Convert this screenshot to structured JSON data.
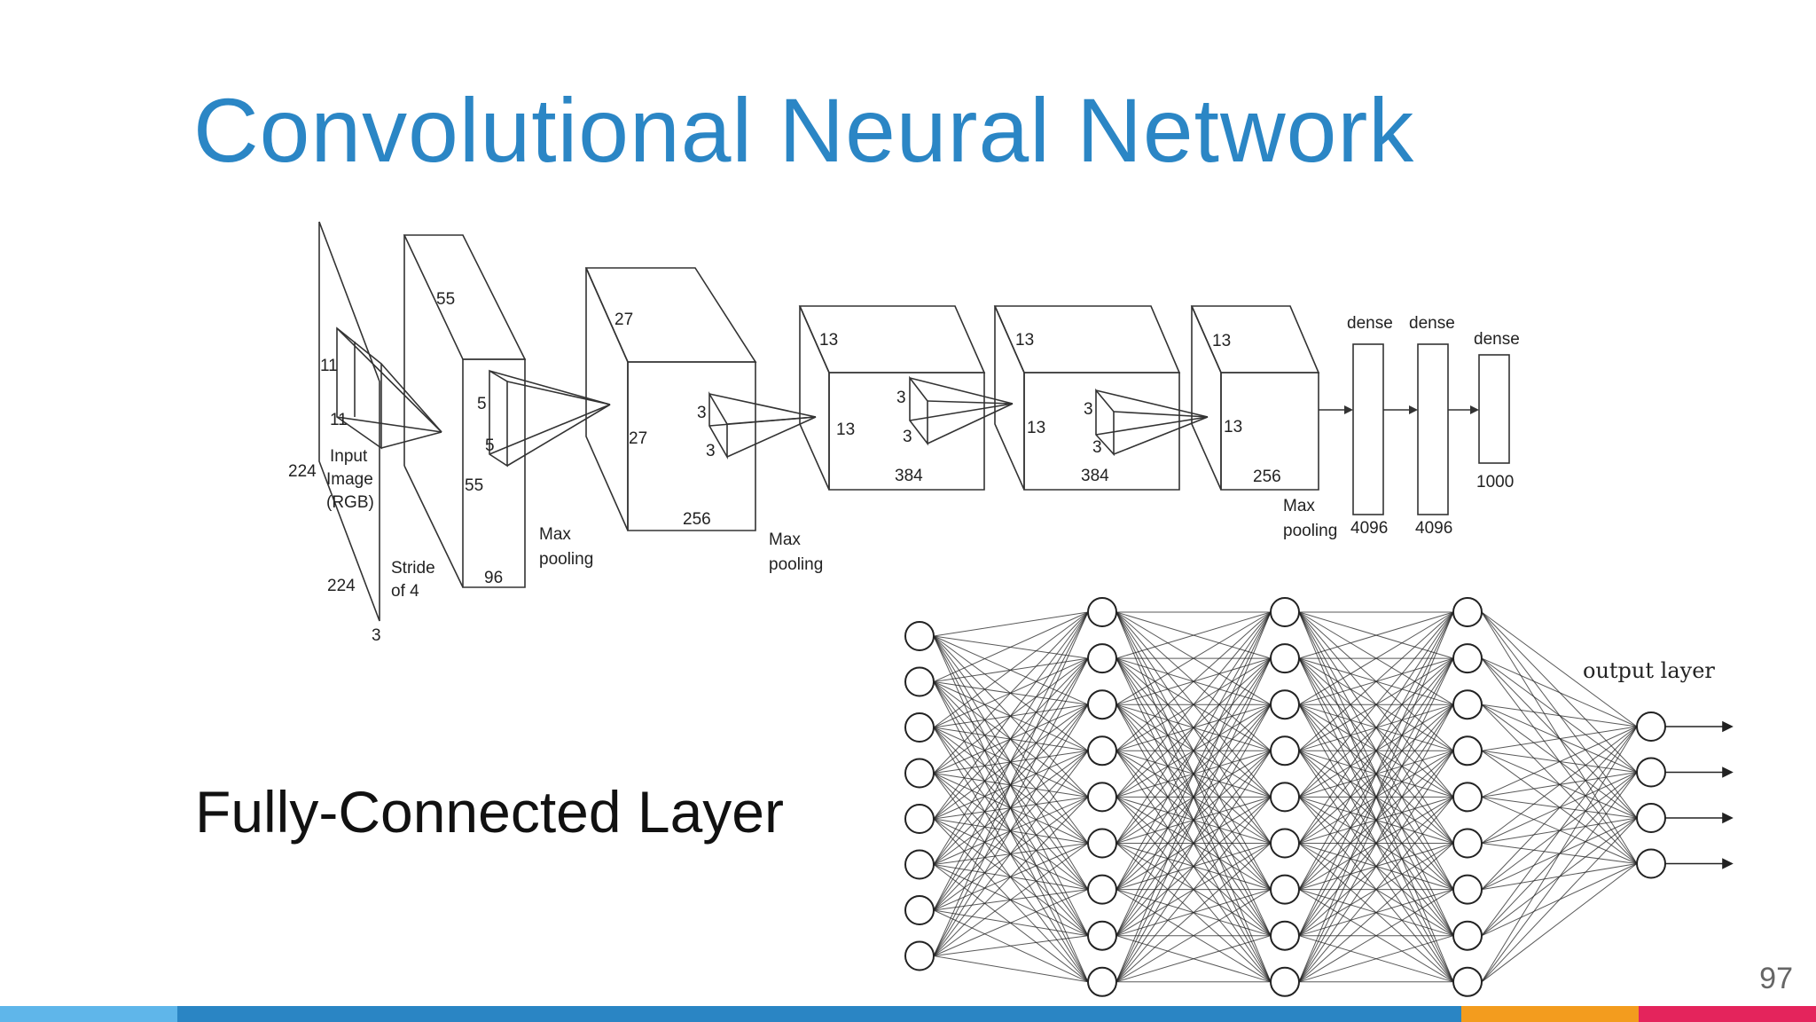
{
  "slide": {
    "title": "Convolutional Neural Network",
    "subtitle": "Fully-Connected Layer",
    "page_number": "97"
  },
  "colors": {
    "title": "#2b86c5",
    "bar": [
      "#5fb6ea",
      "#2a85c4",
      "#f39c1e",
      "#e4245c"
    ]
  },
  "cnn_labels": {
    "l224a": "224",
    "l224b": "224",
    "l3": "3",
    "l11a": "11",
    "l11b": "11",
    "input1": "Input",
    "input2": "Image",
    "input3": "(RGB)",
    "stride1": "Stride",
    "stride2": "of 4",
    "c1_55a": "55",
    "c1_55b": "55",
    "c1_96": "96",
    "c1_5a": "5",
    "c1_5b": "5",
    "mp1a": "Max",
    "mp1b": "pooling",
    "c2_27a": "27",
    "c2_27b": "27",
    "c2_256": "256",
    "c2_3a": "3",
    "c2_3b": "3",
    "mp2a": "Max",
    "mp2b": "pooling",
    "c3_13a": "13",
    "c3_13b": "13",
    "c3_384": "384",
    "c3_3a": "3",
    "c3_3b": "3",
    "c4_13a": "13",
    "c4_13b": "13",
    "c4_384": "384",
    "c4_3a": "3",
    "c4_3b": "3",
    "c5_13a": "13",
    "c5_13b": "13",
    "c5_256": "256",
    "mp3a": "Max",
    "mp3b": "pooling",
    "dense1": "dense",
    "dense2": "dense",
    "dense3": "dense",
    "d4096a": "4096",
    "d4096b": "4096",
    "d1000": "1000"
  },
  "nn": {
    "output_label": "output layer",
    "layer_sizes": [
      8,
      9,
      9,
      9,
      4
    ]
  }
}
